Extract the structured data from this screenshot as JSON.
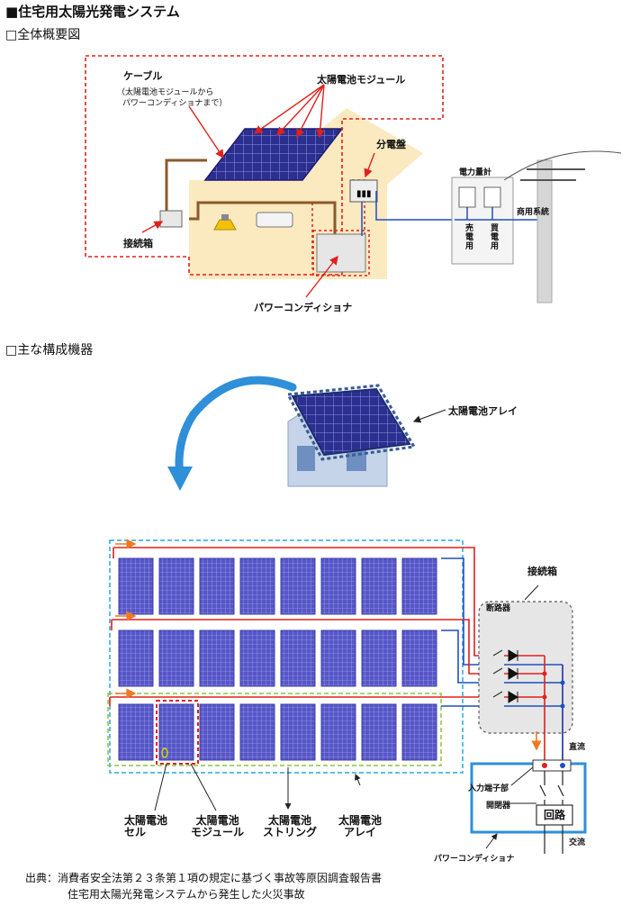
{
  "title": "■住宅用太陽光発電システム",
  "section1": "□全体概要図",
  "section2": "□主な構成機器",
  "overview": {
    "cable": "ケーブル",
    "cable_note1": "（太陽電池モジュールから",
    "cable_note2": "パワーコンディショナまで）",
    "solar_module": "太陽電池モジュール",
    "distribution_board": "分電盤",
    "power_meter": "電力量計",
    "sell": "売電用",
    "buy": "買電用",
    "grid": "商用系統",
    "junction_box": "接続箱",
    "power_conditioner": "パワーコンディショナ"
  },
  "components": {
    "array_label": "太陽電池アレイ",
    "junction_box": "接続箱",
    "breaker": "断路器",
    "dc": "直流",
    "input_terminal": "入力端子部",
    "switch": "開閉器",
    "circuit": "回路",
    "ac": "交流",
    "power_conditioner": "パワーコンディショナ",
    "cap_cell_1": "太陽電池",
    "cap_cell_2": "セル",
    "cap_module_1": "太陽電池",
    "cap_module_2": "モジュール",
    "cap_string_1": "太陽電池",
    "cap_string_2": "ストリング",
    "cap_array_1": "太陽電池",
    "cap_array_2": "アレイ"
  },
  "source_line1": "出典：消費者安全法第２３条第１項の規定に基づく事故等原因調査報告書",
  "source_line2": "住宅用太陽光発電システムから発生した火災事故",
  "colors": {
    "red": "#e0201c",
    "blue": "#1f4fbf",
    "cyan": "#2aa6e0",
    "green": "#8cc63f",
    "panel": "#3b3fa8",
    "house": "#fbe9c0"
  }
}
